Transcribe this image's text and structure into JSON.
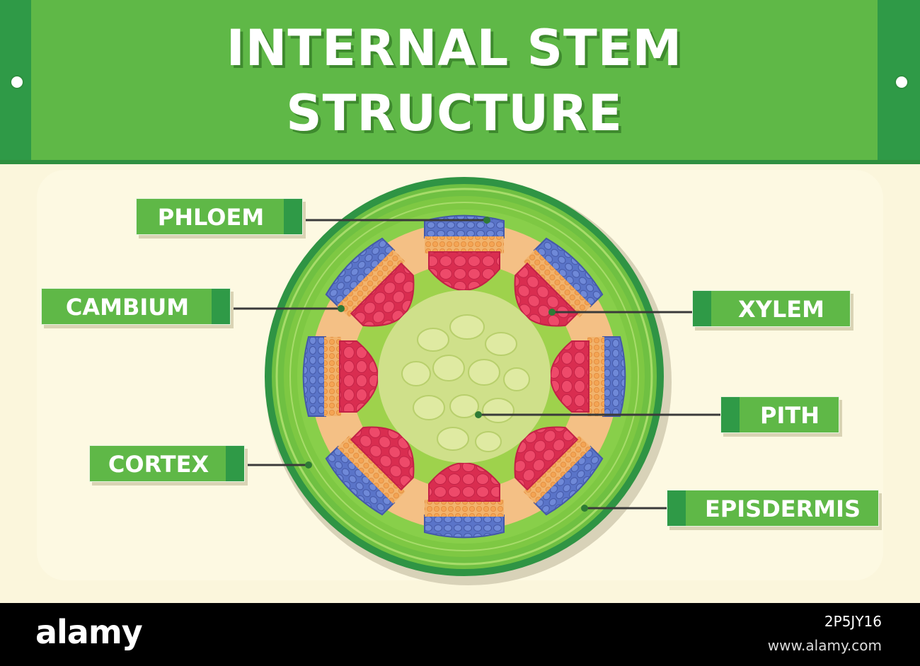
{
  "title": {
    "line1": "INTERNAL STEM",
    "line2": "STRUCTURE"
  },
  "labels": {
    "phloem": "PHLOEM",
    "cambium": "CAMBIUM",
    "cortex": "CORTEX",
    "xylem": "XYLEM",
    "pith": "PITH",
    "epidermis": "EPISDERMIS"
  },
  "footer": {
    "brand": "alamy",
    "image_id": "2P5JY16",
    "site": "www.alamy.com"
  },
  "colors": {
    "banner_green": "#5fb847",
    "dark_green": "#2f9a47",
    "stem_outer": "#2f9444",
    "cortex_green": "#7ec843",
    "pith": "#cfe08a",
    "phloem_blue": "#5a74c8",
    "cambium_orange": "#f0a55a",
    "xylem_red": "#e23a5a",
    "background": "#fbf6dc"
  }
}
